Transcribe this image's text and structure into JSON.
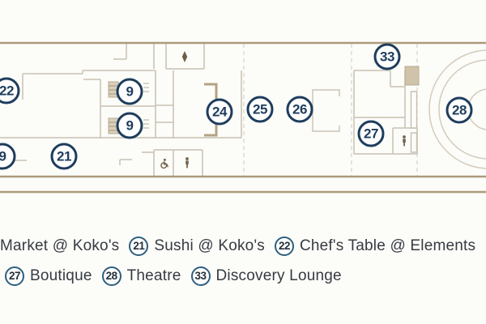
{
  "title": "Ship deck plan with venue legend",
  "colors": {
    "marker_navy": "#1e3d5d",
    "legend_ring_blue": "#2d5f7d",
    "hull_tan": "#ab9b7b",
    "wall_gray": "#c8c1b1",
    "block_tan_fill": "#cfc3ab",
    "icon_brown": "#76644b",
    "legend_text": "#363b42",
    "background": "#fcfcf9"
  },
  "map": {
    "badges": [
      {
        "label": "22"
      },
      {
        "label": "9"
      },
      {
        "label": "9"
      },
      {
        "label": "9"
      },
      {
        "label": "21"
      },
      {
        "label": "24"
      },
      {
        "label": "25"
      },
      {
        "label": "26"
      },
      {
        "label": "33"
      },
      {
        "label": "27"
      },
      {
        "label": "28"
      }
    ],
    "icons": [
      {
        "name": "elevator-icon",
        "glyph": "vertical diamond arrow"
      },
      {
        "name": "wheelchair-icon",
        "glyph": "accessible restroom symbol"
      },
      {
        "name": "restroom-person-icon",
        "glyph": "standing person"
      },
      {
        "name": "fitting-room-person-icon",
        "glyph": "standing person"
      }
    ]
  },
  "legend": {
    "rows": [
      {
        "items": [
          {
            "num": "",
            "label": "Market @ Koko's"
          },
          {
            "num": "21",
            "label": "Sushi @ Koko's"
          },
          {
            "num": "22",
            "label": "Chef's Table @ Elements"
          }
        ]
      },
      {
        "items": [
          {
            "num": "27",
            "label": "Boutique"
          },
          {
            "num": "28",
            "label": "Theatre"
          },
          {
            "num": "33",
            "label": "Discovery Lounge"
          }
        ]
      }
    ]
  }
}
